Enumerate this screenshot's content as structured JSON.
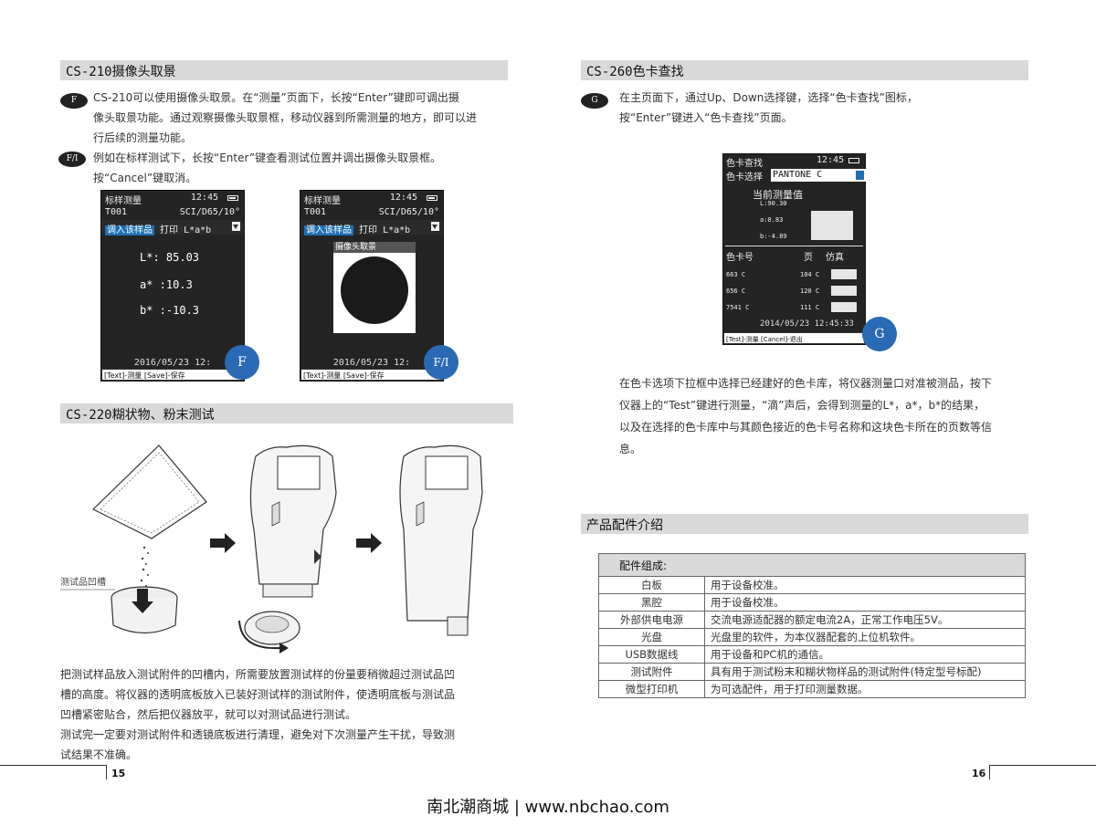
{
  "left": {
    "sec1": {
      "title": "CS-210摄像头取景"
    },
    "markers": {
      "f": "F",
      "fi": "F/I"
    },
    "p_f": [
      "CS-210可以使用摄像头取景。在“测量”页面下，长按“Enter”键即可调出摄",
      "像头取景功能。通过观察摄像头取景框，移动仪器到所需测量的地方，即可以进",
      "行后续的测量功能。"
    ],
    "p_fi": [
      "例如在标样测试下，长按“Enter”键查看测试位置并调出摄像头取景框。",
      "按“Cancel”键取消。"
    ],
    "screen_a": {
      "title": "标样测量",
      "time": "12:45",
      "code": "T001",
      "cond": "SCI/D65/10°",
      "btn_load": "调入该样品",
      "btn_print": "打印",
      "btn_mode": "L*a*b",
      "l": "L*: 85.03",
      "a": "a* :10.3",
      "b": "b* :-10.3",
      "date": "2016/05/23 12:",
      "foot": "[Text]-测量  [Save]-保存",
      "circle": "F"
    },
    "screen_b": {
      "title": "标样测量",
      "time": "12:45",
      "code": "T001",
      "cond": "SCI/D65/10°",
      "btn_load": "调入该样品",
      "btn_print": "打印",
      "btn_mode": "L*a*b",
      "cam_title": "摄像头取景",
      "date": "2016/05/23 12:",
      "foot": "[Text]-测量  [Save]-保存",
      "circle": "F/I"
    },
    "sec2": {
      "title": "CS-220糊状物、粉末测试"
    },
    "groove_label": "测试品凹槽",
    "p_bottom": [
      "把测试样品放入测试附件的凹槽内，所需要放置测试样的份量要稍微超过测试品凹",
      "槽的高度。将仪器的透明底板放入已装好测试样的测试附件，使透明底板与测试品",
      "凹槽紧密贴合，然后把仪器放平，就可以对测试品进行测试。",
      "测试完一定要对测试附件和透镜底板进行清理，避免对下次测量产生干扰，导致测",
      "试结果不准确。"
    ],
    "page_number": "15"
  },
  "right": {
    "sec1": {
      "title": "CS-260色卡查找"
    },
    "marker_g": "G",
    "p_g": [
      "在主页面下，通过Up、Down选择键，选择“色卡查找”图标，",
      "按“Enter”键进入“色卡查找”页面。"
    ],
    "screen_g": {
      "title": "色卡查找",
      "time": "12:45",
      "select_label": "色卡选择",
      "select_value": "PANTONE C",
      "current": "当前测量值",
      "l": "L:90.30",
      "a": "a:0.83",
      "b": "b:-4.89",
      "col_code": "色卡号",
      "col_page": "页",
      "col_sim": "仿真",
      "rows": [
        {
          "code": "663 C",
          "page": "104 C"
        },
        {
          "code": "656 C",
          "page": "120 C"
        },
        {
          "code": "7541 C",
          "page": "111 C"
        }
      ],
      "date": "2014/05/23 12:45:33",
      "foot": "[Test]-测量   [Cancel]-退出",
      "circle": "G"
    },
    "p_desc": [
      "在色卡选项下拉框中选择已经建好的色卡库，将仪器测量口对准被测品，按下",
      "仪器上的“Test”键进行测量，“滴”声后，会得到测量的L*，a*，b*的结果，",
      "以及在选择的色卡库中与其颜色接近的色卡号名称和这块色卡所在的页数等信",
      "息。"
    ],
    "sec2": {
      "title": "产品配件介绍"
    },
    "table_header": "配件组成:",
    "accessories": [
      {
        "name": "白板",
        "desc": "用于设备校准。"
      },
      {
        "name": "黑腔",
        "desc": "用于设备校准。"
      },
      {
        "name": "外部供电电源",
        "desc": "交流电源适配器的额定电流2A，正常工作电压5V。"
      },
      {
        "name": "光盘",
        "desc": "光盘里的软件，为本仪器配套的上位机软件。"
      },
      {
        "name": "USB数据线",
        "desc": "用于设备和PC机的通信。"
      },
      {
        "name": "测试附件",
        "desc": "具有用于测试粉末和糊状物样品的测试附件(特定型号标配)"
      },
      {
        "name": "微型打印机",
        "desc": "为可选配件，用于打印测量数据。"
      }
    ],
    "page_number": "16"
  },
  "footer": {
    "brand": "南北潮商城 | www.nbchao.com"
  }
}
